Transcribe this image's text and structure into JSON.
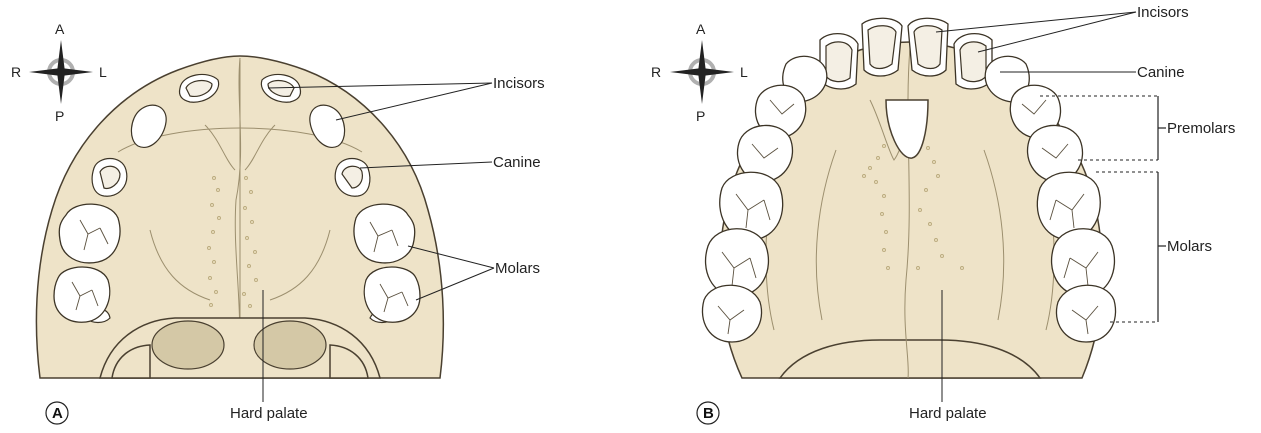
{
  "panel_a": {
    "letter": "A",
    "compass": {
      "anterior": "A",
      "posterior": "P",
      "right": "R",
      "left": "L"
    },
    "labels": {
      "incisors": "Incisors",
      "canine": "Canine",
      "molars": "Molars",
      "hard_palate": "Hard palate"
    }
  },
  "panel_b": {
    "letter": "B",
    "compass": {
      "anterior": "A",
      "posterior": "P",
      "right": "R",
      "left": "L"
    },
    "labels": {
      "incisors": "Incisors",
      "canine": "Canine",
      "premolars": "Premolars",
      "molars": "Molars",
      "hard_palate": "Hard palate"
    }
  },
  "colors": {
    "bone": "#eee3c8",
    "tooth": "#ffffff",
    "outline": "#3c3426",
    "compass_ring": "#b0b0b0"
  }
}
